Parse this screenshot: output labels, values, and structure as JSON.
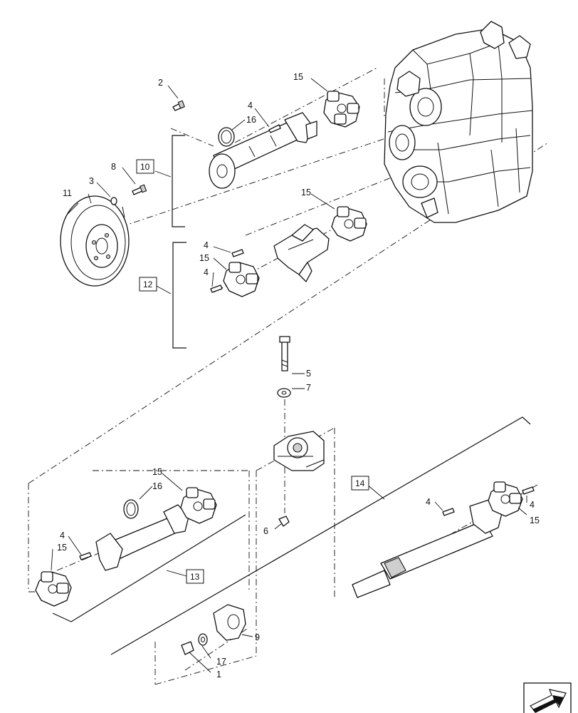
{
  "callouts": {
    "c1": "1",
    "c2": "2",
    "c3": "3",
    "c4a": "4",
    "c4b": "4",
    "c4c": "4",
    "c4d": "4",
    "c4e": "4",
    "c4f": "4",
    "c5": "5",
    "c6": "6",
    "c7": "7",
    "c8": "8",
    "c9": "9",
    "c11": "11",
    "c15a": "15",
    "c15b": "15",
    "c15c": "15",
    "c15d": "15",
    "c15e": "15",
    "c15f": "15",
    "c16a": "16",
    "c16b": "16",
    "c17": "17"
  },
  "boxed_callouts": {
    "b10": "10",
    "b12": "12",
    "b13": "13",
    "b14": "14"
  },
  "icons": {
    "corner": "forward-arrow-icon"
  },
  "colors": {
    "line": "#111111",
    "shading": "#cfcfcf",
    "background": "#ffffff"
  }
}
